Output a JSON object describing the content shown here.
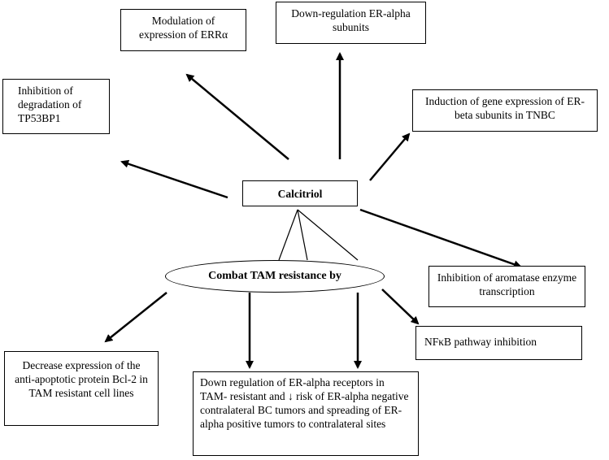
{
  "nodes": {
    "modulation": "Modulation of expression of ERRα",
    "downregulation_er_alpha": "Down-regulation ER-alpha subunits",
    "inhibition_degradation": "Inhibition of degradation of TP53BP1",
    "induction_er_beta": "Induction of gene expression of ER-beta subunits in TNBC",
    "calcitriol": "Calcitriol",
    "combat_tam": "Combat TAM resistance by",
    "aromatase": "Inhibition of aromatase enzyme transcription",
    "nfkb": "NFκB pathway inhibition",
    "bcl2": "Decrease expression of the anti-apoptotic protein Bcl-2 in TAM resistant cell lines",
    "downreg_receptors_part1": "Down regulation of ER-alpha receptors in TAM- resistant and",
    "downreg_receptors_arrow": "↓",
    "downreg_receptors_part2": "risk of ER-alpha negative contralateral BC tumors and spreading of ER-alpha positive tumors to contralateral sites"
  }
}
